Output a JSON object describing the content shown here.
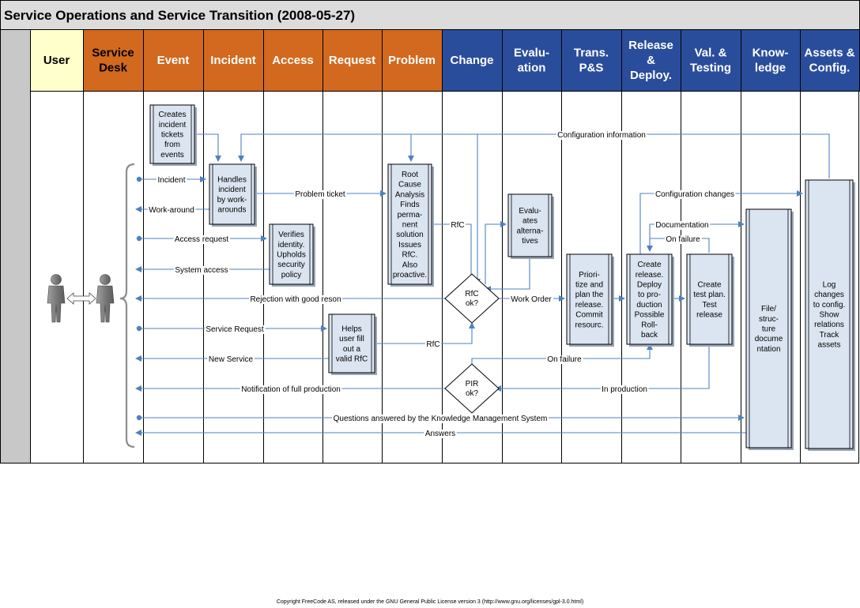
{
  "title": "Service Operations and Service Transition (2008-05-27)",
  "colors": {
    "user_lane": "#ffffcc",
    "ops_lane": "#d2691e",
    "transition_lane": "#2a4d9b",
    "flow_line": "#4f81bd",
    "box_fill": "#dbe5f1"
  },
  "lanes": [
    {
      "id": "user",
      "label": [
        "User"
      ]
    },
    {
      "id": "desk",
      "label": [
        "Service",
        "Desk"
      ]
    },
    {
      "id": "event",
      "label": [
        "Event"
      ]
    },
    {
      "id": "incident",
      "label": [
        "Incident"
      ]
    },
    {
      "id": "access",
      "label": [
        "Access"
      ]
    },
    {
      "id": "request",
      "label": [
        "Request"
      ]
    },
    {
      "id": "problem",
      "label": [
        "Problem"
      ]
    },
    {
      "id": "change",
      "label": [
        "Change"
      ]
    },
    {
      "id": "evaluation",
      "label": [
        "Evalu-",
        "ation"
      ]
    },
    {
      "id": "trans",
      "label": [
        "Trans.",
        "P&S"
      ]
    },
    {
      "id": "release",
      "label": [
        "Release",
        "&",
        "Deploy."
      ]
    },
    {
      "id": "valtest",
      "label": [
        "Val. &",
        "Testing"
      ]
    },
    {
      "id": "knowledge",
      "label": [
        "Know-",
        "ledge"
      ]
    },
    {
      "id": "assets",
      "label": [
        "Assets &",
        "Config."
      ]
    }
  ],
  "process_boxes": [
    {
      "id": "event_box",
      "lines": [
        "Creates",
        "incident",
        "tickets",
        "from",
        "events"
      ]
    },
    {
      "id": "incident_box",
      "lines": [
        "Handles",
        "incident",
        "by work-",
        "arounds"
      ]
    },
    {
      "id": "access_box",
      "lines": [
        "Verifies",
        "identity.",
        "Upholds",
        "security",
        "policy"
      ]
    },
    {
      "id": "request_box",
      "lines": [
        "Helps",
        "user fill",
        "out a",
        "valid RfC"
      ]
    },
    {
      "id": "problem_box",
      "lines": [
        "Root",
        "Cause",
        "Analysis",
        "Finds",
        "perma-",
        "nent",
        "solution",
        "Issues",
        "RfC.",
        "Also",
        "proactive."
      ]
    },
    {
      "id": "evaluation_box",
      "lines": [
        "Evalu-",
        "ates",
        "alterna-",
        "tives"
      ]
    },
    {
      "id": "trans_box",
      "lines": [
        "Priori-",
        "tize and",
        "plan the",
        "release.",
        "Commit",
        "resourc."
      ]
    },
    {
      "id": "release_box",
      "lines": [
        "Create",
        "release.",
        "Deploy",
        "to pro-",
        "duction",
        "Possible",
        "Roll-",
        "back"
      ]
    },
    {
      "id": "valtest_box",
      "lines": [
        "Create",
        "test plan.",
        "Test",
        "release"
      ]
    },
    {
      "id": "knowledge_box",
      "lines": [
        "File/",
        "struc-",
        "ture",
        "docume",
        "ntation"
      ]
    },
    {
      "id": "assets_box",
      "lines": [
        "Log",
        "changes",
        "to config.",
        "Show",
        "relations",
        "Track",
        "assets"
      ]
    }
  ],
  "decisions": [
    {
      "id": "rfc_ok",
      "lines": [
        "RfC",
        "ok?"
      ]
    },
    {
      "id": "pir_ok",
      "lines": [
        "PIR",
        "ok?"
      ]
    }
  ],
  "flow_labels": {
    "configuration_information": "Configuration information",
    "incident": "Incident",
    "work_around": "Work-around",
    "problem_ticket": "Problem ticket",
    "configuration_changes": "Configuration changes",
    "documentation": "Documentation",
    "on_failure_test": "On failure",
    "access_request": "Access request",
    "rfc_problem": "RfC",
    "system_access": "System access",
    "rejection": "Rejection with good reson",
    "work_order": "Work Order",
    "service_request": "Service Request",
    "rfc_request": "RfC",
    "new_service": "New Service",
    "on_failure_pir": "On failure",
    "notification": "Notification of full production",
    "in_production": "In production",
    "questions": "Questions answered by the Knowledge Management System",
    "answers": "Answers"
  },
  "copyright": "Copyright FreeCode AS, released under the GNU General Public License version 3 (http://www.gnu.org/licenses/gpl-3.0.html)"
}
